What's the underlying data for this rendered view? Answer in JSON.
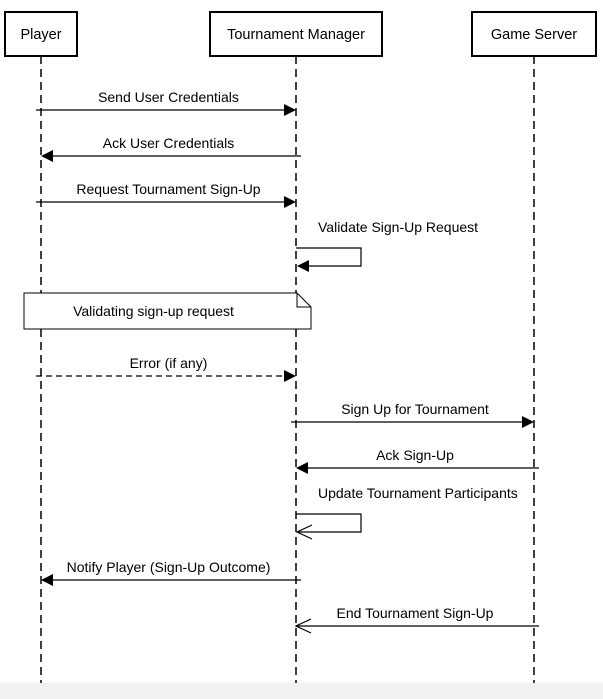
{
  "diagram": {
    "actors": [
      {
        "id": "player",
        "label": "Player"
      },
      {
        "id": "tm",
        "label": "Tournament Manager"
      },
      {
        "id": "gs",
        "label": "Game Server"
      }
    ],
    "messages": [
      {
        "from": "player",
        "to": "tm",
        "label": "Send User Credentials",
        "style": "solid",
        "arrow": "filled"
      },
      {
        "from": "tm",
        "to": "player",
        "label": "Ack User Credentials",
        "style": "solid",
        "arrow": "filled"
      },
      {
        "from": "player",
        "to": "tm",
        "label": "Request Tournament Sign-Up",
        "style": "solid",
        "arrow": "filled"
      },
      {
        "from": "tm",
        "to": "tm",
        "label": "Validate Sign-Up Request",
        "style": "solid",
        "arrow": "filled"
      },
      {
        "type": "note",
        "label": "Validating sign-up request"
      },
      {
        "from": "player",
        "to": "tm",
        "label": "Error (if any)",
        "style": "dashed",
        "arrow": "filled"
      },
      {
        "from": "tm",
        "to": "gs",
        "label": "Sign Up for Tournament",
        "style": "solid",
        "arrow": "filled"
      },
      {
        "from": "gs",
        "to": "tm",
        "label": "Ack Sign-Up",
        "style": "solid",
        "arrow": "filled"
      },
      {
        "from": "tm",
        "to": "tm",
        "label": "Update Tournament Participants",
        "style": "solid",
        "arrow": "open"
      },
      {
        "from": "tm",
        "to": "player",
        "label": "Notify Player (Sign-Up Outcome)",
        "style": "solid",
        "arrow": "filled"
      },
      {
        "from": "gs",
        "to": "tm",
        "label": "End Tournament Sign-Up",
        "style": "solid",
        "arrow": "open"
      }
    ]
  }
}
